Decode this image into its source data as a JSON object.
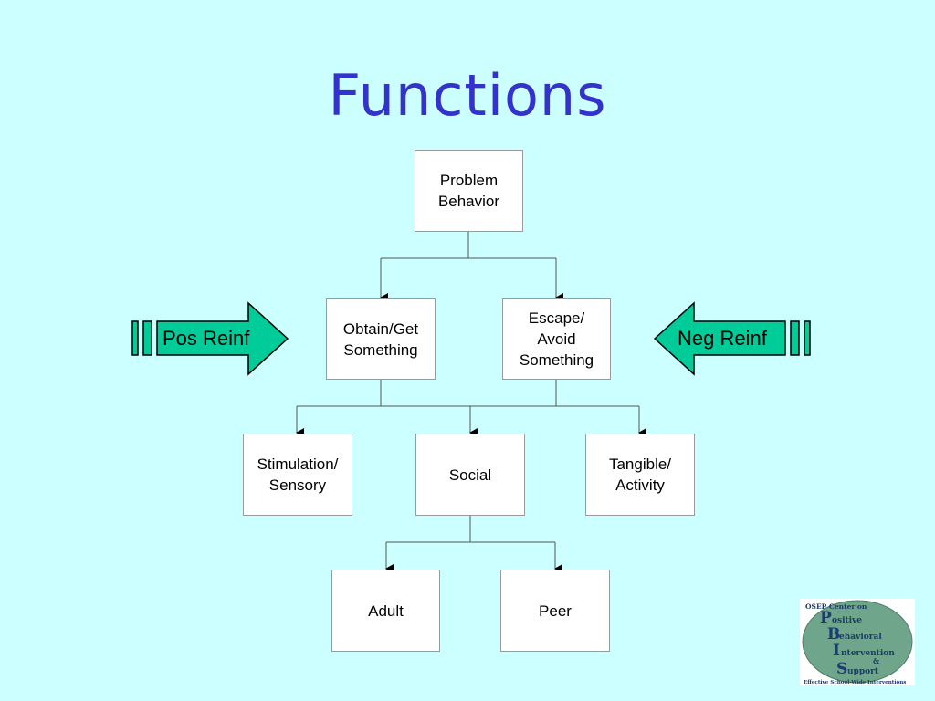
{
  "title": "Functions",
  "nodes": {
    "problem": "Problem\nBehavior",
    "obtain": "Obtain/Get\nSomething",
    "escape": "Escape/\nAvoid\nSomething",
    "stimulation": "Stimulation/\nSensory",
    "social": "Social",
    "tangible": "Tangible/\nActivity",
    "adult": "Adult",
    "peer": "Peer"
  },
  "arrows": {
    "pos": "Pos Reinf",
    "neg": "Neg Reinf"
  },
  "logo": {
    "header": "OSEP Center on",
    "letters": [
      "P",
      "B",
      "I",
      "S"
    ],
    "words": [
      "ositive",
      "ehavioral",
      "ntervention",
      "upport"
    ],
    "ampersand": "&",
    "tagline": "Effective School-Wide Interventions"
  },
  "colors": {
    "background": "#ccffff",
    "title": "#3333cc",
    "arrow_fill": "#00cc99"
  }
}
